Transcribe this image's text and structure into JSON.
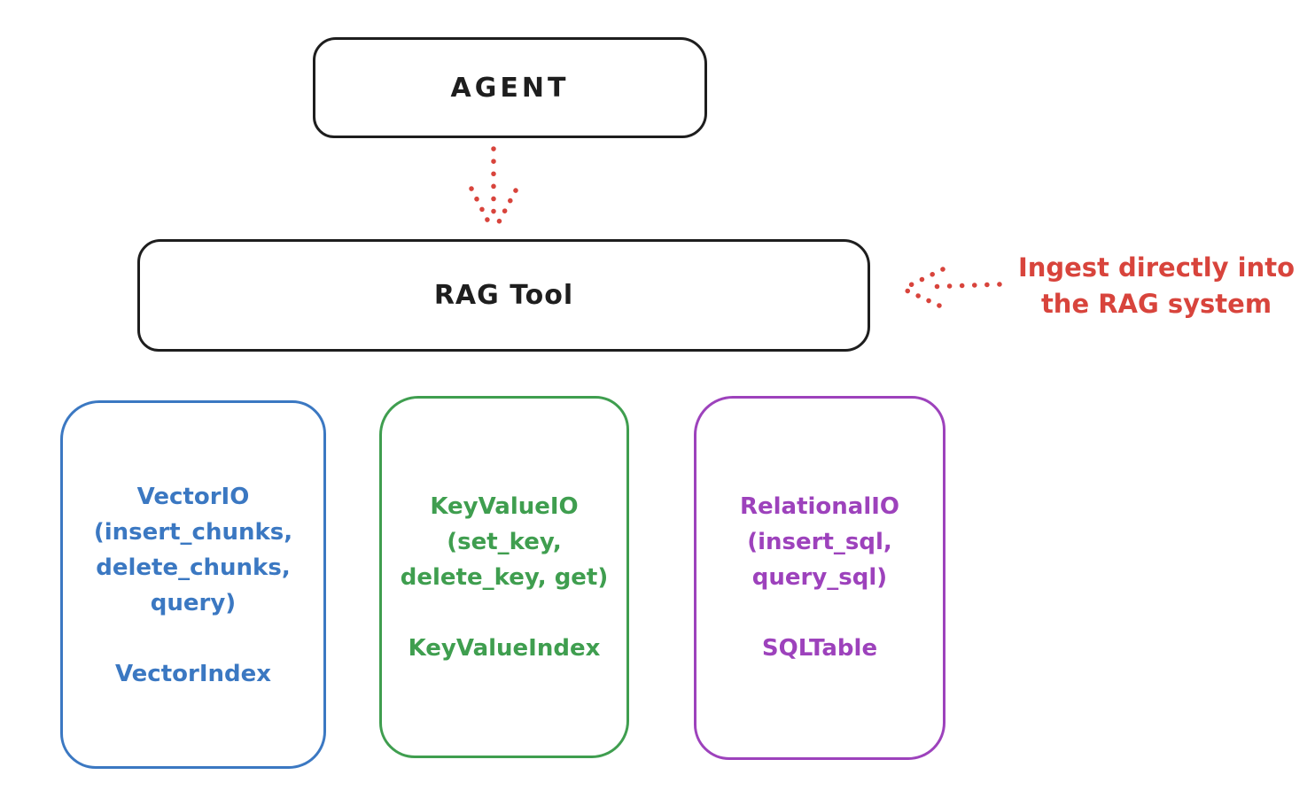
{
  "colors": {
    "stroke": "#1e1e1e",
    "red": "#d8443c",
    "blue": "#3b78c2",
    "green": "#3f9e4f",
    "purple": "#9d42bc",
    "background": "#ffffff"
  },
  "agent_box": {
    "label": "AGENT"
  },
  "rag_tool_box": {
    "label": "RAG Tool"
  },
  "annotation": {
    "line1": "Ingest directly into",
    "line2": "the RAG system",
    "color": "#d8443c"
  },
  "arrows": [
    {
      "name": "agent-to-rag-tool",
      "style": "dotted",
      "direction": "down",
      "color": "#d8443c"
    },
    {
      "name": "annotation-to-rag-tool",
      "style": "dotted",
      "direction": "left",
      "color": "#d8443c"
    }
  ],
  "stores": [
    {
      "name": "VectorIO",
      "lines": [
        "VectorIO",
        "(insert_chunks,",
        "delete_chunks,",
        "query)"
      ],
      "index_label": "VectorIndex",
      "color": "#3b78c2"
    },
    {
      "name": "KeyValueIO",
      "lines": [
        "KeyValueIO",
        "(set_key,",
        "delete_key, get)"
      ],
      "index_label": "KeyValueIndex",
      "color": "#3f9e4f"
    },
    {
      "name": "RelationalIO",
      "lines": [
        "RelationalIO",
        "(insert_sql,",
        "query_sql)"
      ],
      "index_label": "SQLTable",
      "color": "#9d42bc"
    }
  ]
}
